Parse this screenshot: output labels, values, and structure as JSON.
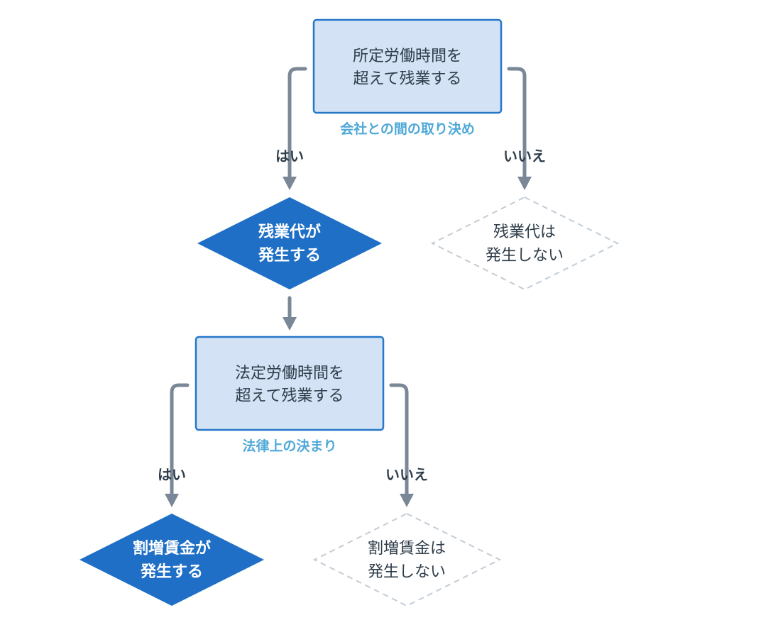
{
  "colors": {
    "box_fill": "#d3e3f5",
    "box_border": "#2577c8",
    "yes_diamond": "#1e6fc5",
    "no_diamond_border": "#c3ccd6",
    "caption_text": "#4fa8d8",
    "connector": "#7a8796",
    "body_text": "#2f3d4a"
  },
  "flow": {
    "q1": {
      "line1": "所定労働時間を",
      "line2": "超えて残業する",
      "caption": "会社との間の取り決め",
      "yes_label": "はい",
      "no_label": "いいえ"
    },
    "r1_yes": {
      "line1": "残業代が",
      "line2": "発生する"
    },
    "r1_no": {
      "line1": "残業代は",
      "line2": "発生しない"
    },
    "q2": {
      "line1": "法定労働時間を",
      "line2": "超えて残業する",
      "caption": "法律上の決まり",
      "yes_label": "はい",
      "no_label": "いいえ"
    },
    "r2_yes": {
      "line1": "割増賃金が",
      "line2": "発生する"
    },
    "r2_no": {
      "line1": "割増賃金は",
      "line2": "発生しない"
    }
  }
}
